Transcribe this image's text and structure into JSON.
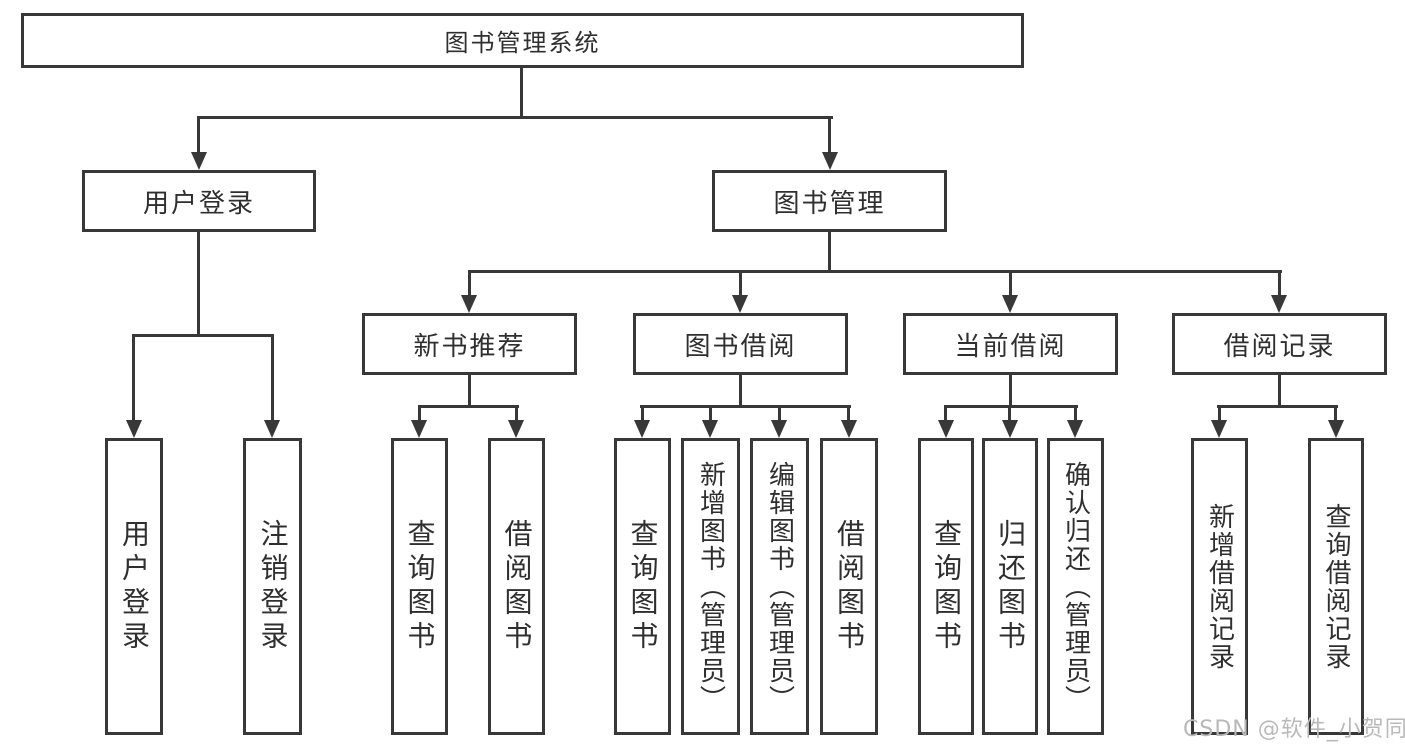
{
  "diagram": {
    "root": "图书管理系统",
    "user_login": {
      "label": "用户登录",
      "children": [
        "用户登录",
        "注销登录"
      ]
    },
    "book_mgmt": {
      "label": "图书管理",
      "sections": [
        {
          "label": "新书推荐",
          "children": [
            "查询图书",
            "借阅图书"
          ]
        },
        {
          "label": "图书借阅",
          "children": [
            "查询图书",
            "新增图书（管理员）",
            "编辑图书（管理员）",
            "借阅图书"
          ]
        },
        {
          "label": "当前借阅",
          "children": [
            "查询图书",
            "归还图书",
            "确认归还（管理员）"
          ]
        },
        {
          "label": "借阅记录",
          "children": [
            "新增借阅记录",
            "查询借阅记录"
          ]
        }
      ]
    }
  },
  "watermark": "CSDN @软件_小贺同学",
  "colors": {
    "line": "#383838",
    "text": "#2f2f2f",
    "watermark_text": "#b9b9b9",
    "background": "#ffffff"
  }
}
